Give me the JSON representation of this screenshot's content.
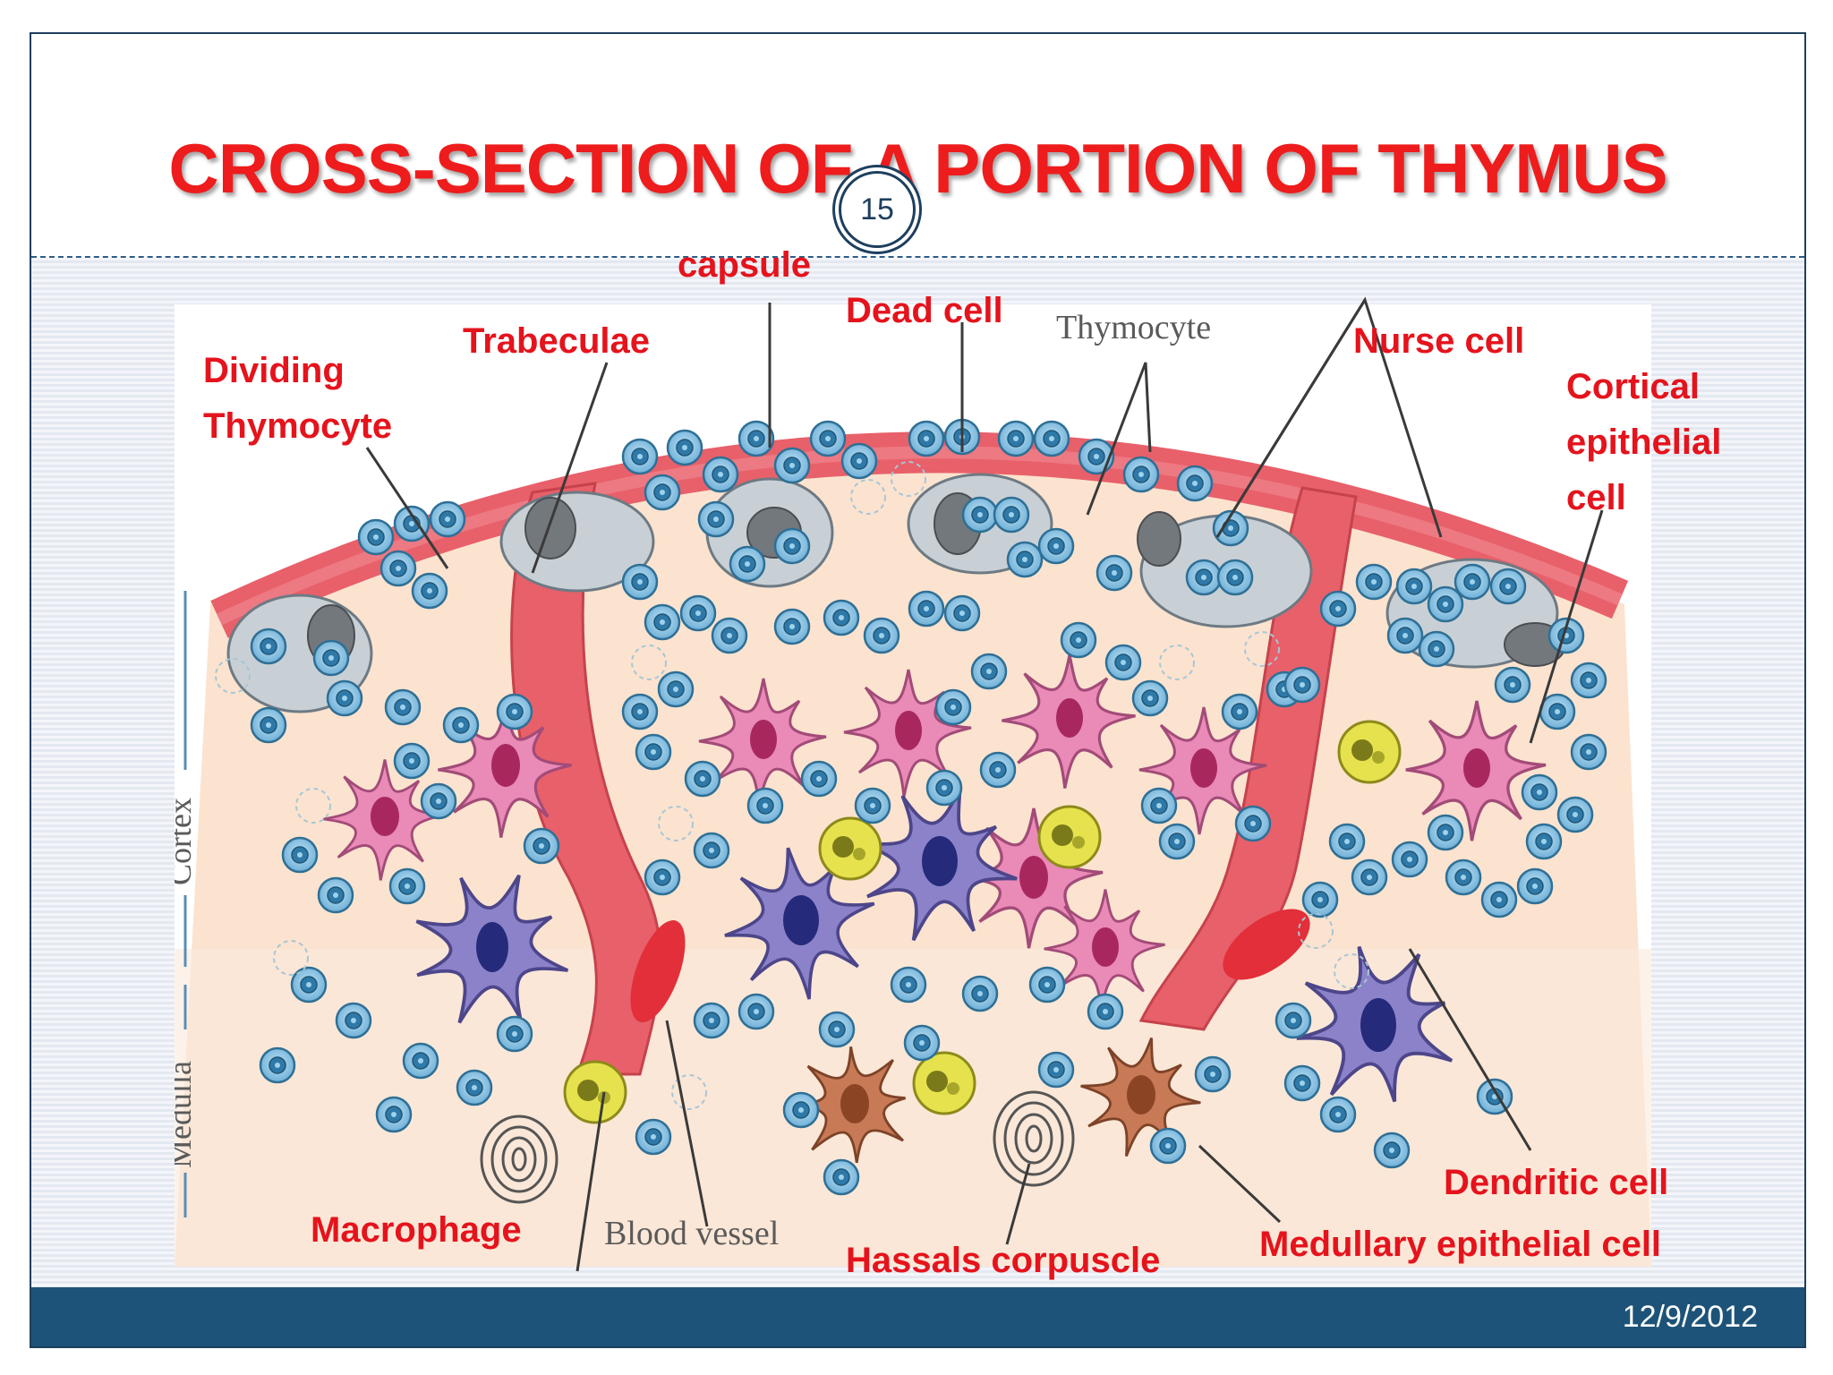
{
  "slide": {
    "title": "CROSS-SECTION OF A PORTION OF THYMUS",
    "page_number": "15",
    "date": "12/9/2012"
  },
  "labels": {
    "capsule": "capsule",
    "dead_cell": "Dead cell",
    "trabeculae": "Trabeculae",
    "dividing_line1": "Dividing",
    "dividing_line2": "Thymocyte",
    "nurse_cell": "Nurse cell",
    "cortical_line1": "Cortical",
    "cortical_line2": "epithelial",
    "cortical_line3": "cell",
    "dendritic_cell": "Dendritic cell",
    "medullary_epithelial_cell": "Medullary epithelial  cell",
    "macrophage": "Macrophage",
    "hassals_corpuscle": "Hassals corpuscle"
  },
  "printed_in_figure": {
    "thymocyte": "Thymocyte",
    "blood_vessel": "Blood vessel",
    "cortex": "Cortex",
    "medulla": "Medulla"
  },
  "colors": {
    "title_red": "#ee1c1c",
    "label_red": "#e5131c",
    "capsule_red": "#e8606a",
    "tissue": "#fbe3cf",
    "thymocyte_blue": "#6fb0d8",
    "epithelial_pink": "#e98ab7",
    "dendritic_purple": "#8b82c9",
    "macrophage_yellow": "#d8d53c",
    "medullary_brown": "#c87a56",
    "footer_blue": "#1d5378"
  }
}
